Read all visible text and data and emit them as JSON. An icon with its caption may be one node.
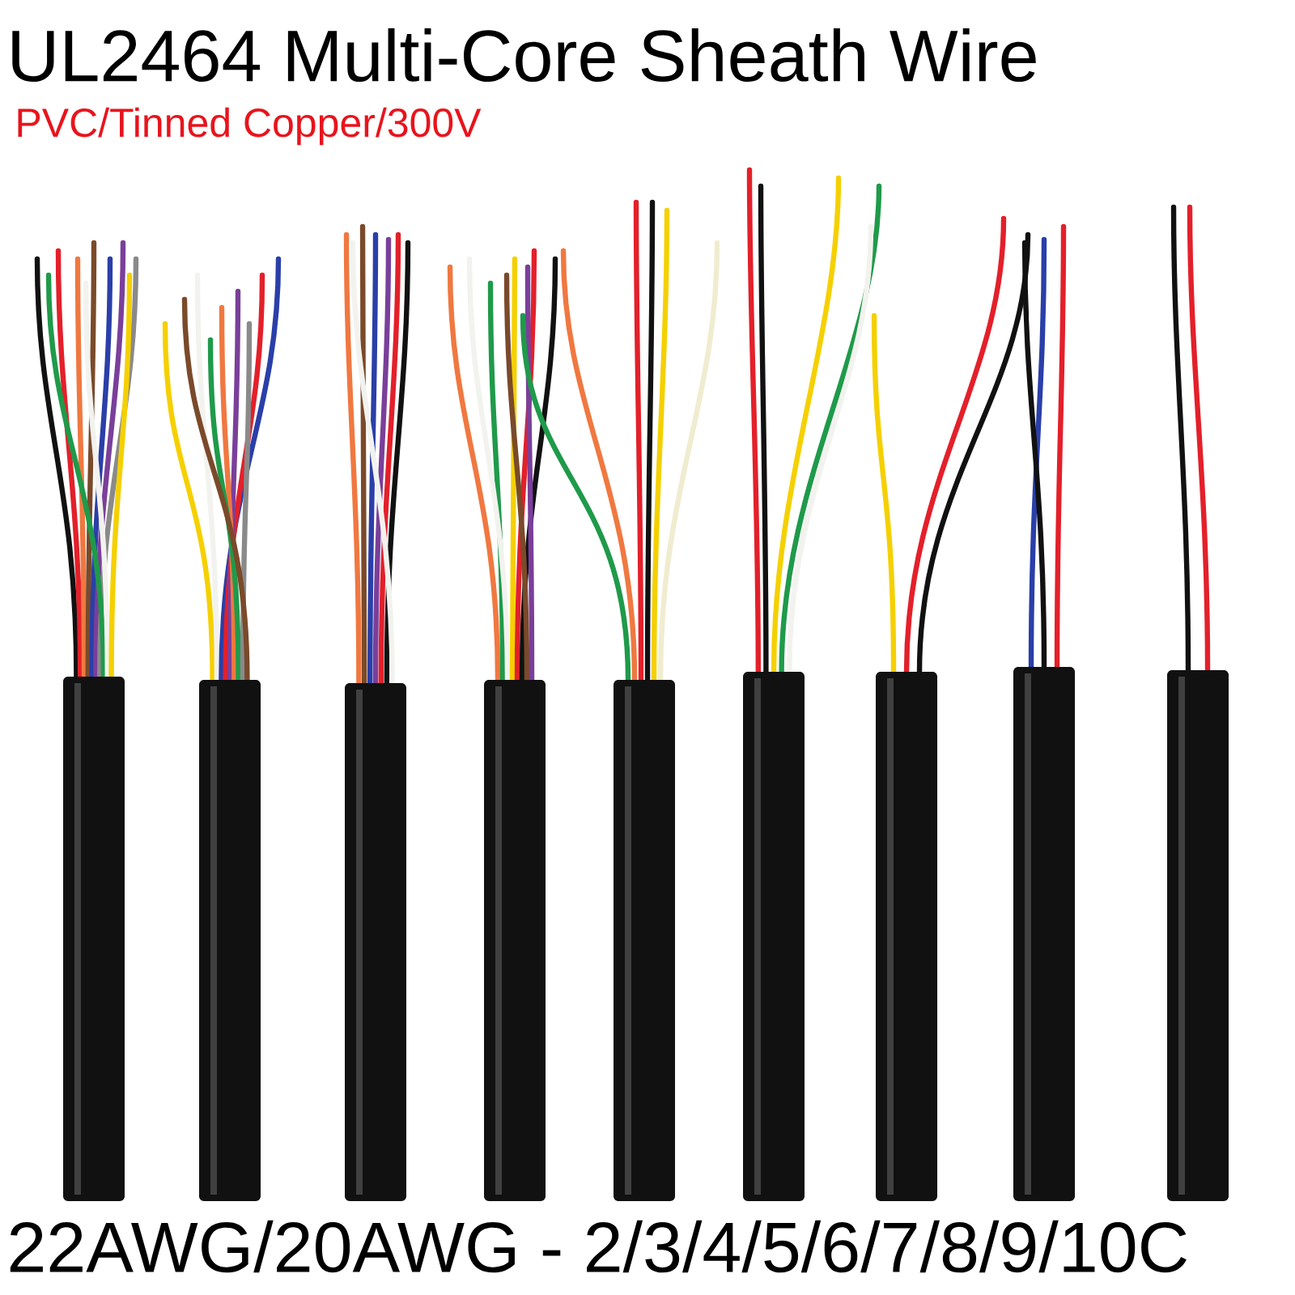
{
  "diagram": {
    "title": "UL2464 Multi-Core Sheath Wire",
    "labels": [
      "PVC/Tinned Copper/300V",
      "22AWG/20AWG - 2/3/4/5/6/7/8/9/10C"
    ]
  }
}
